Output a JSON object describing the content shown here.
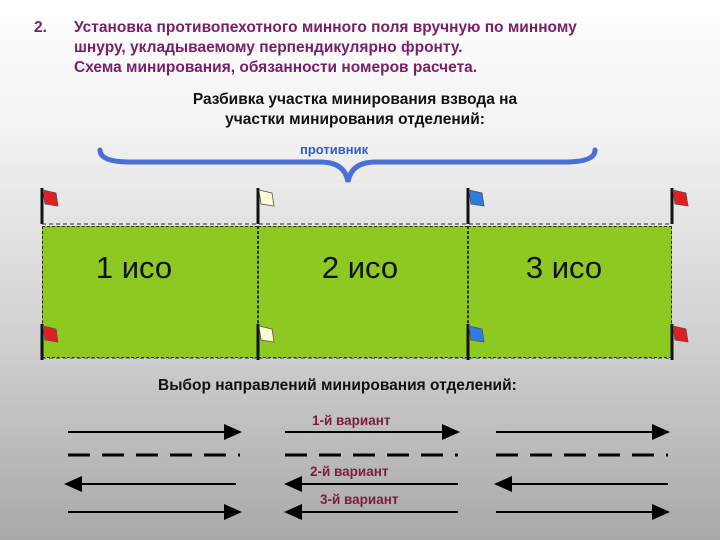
{
  "header": {
    "number": "2.",
    "lines": [
      "Установка противопехотного минного поля вручную по минному",
      "шнуру, укладываемому перпендикулярно фронту.",
      "Схема минирования, обязанности номеров расчета."
    ]
  },
  "subtitle": {
    "lines": [
      "Разбивка участка минирования взвода на",
      "участки минирования отделений:"
    ]
  },
  "enemy_label": "противник",
  "zones": [
    {
      "label": "1 исо"
    },
    {
      "label": "2 исо"
    },
    {
      "label": "3 исо"
    }
  ],
  "flags": {
    "colors": [
      "#e02020",
      "#fdfbd0",
      "#2c7de0",
      "#e02020"
    ],
    "names": [
      "red-flag",
      "white-flag",
      "blue-flag",
      "red-flag"
    ]
  },
  "directions_title": "Выбор направлений минирования отделений:",
  "variants": [
    "1-й вариант",
    "2-й вариант",
    "3-й вариант"
  ],
  "colors": {
    "zone_fill": "#8dc920",
    "header_text": "#7a1e6a",
    "enemy_text": "#2a62c9",
    "brace": "#4a6fd6",
    "variant_text": "#7a1e3a"
  }
}
